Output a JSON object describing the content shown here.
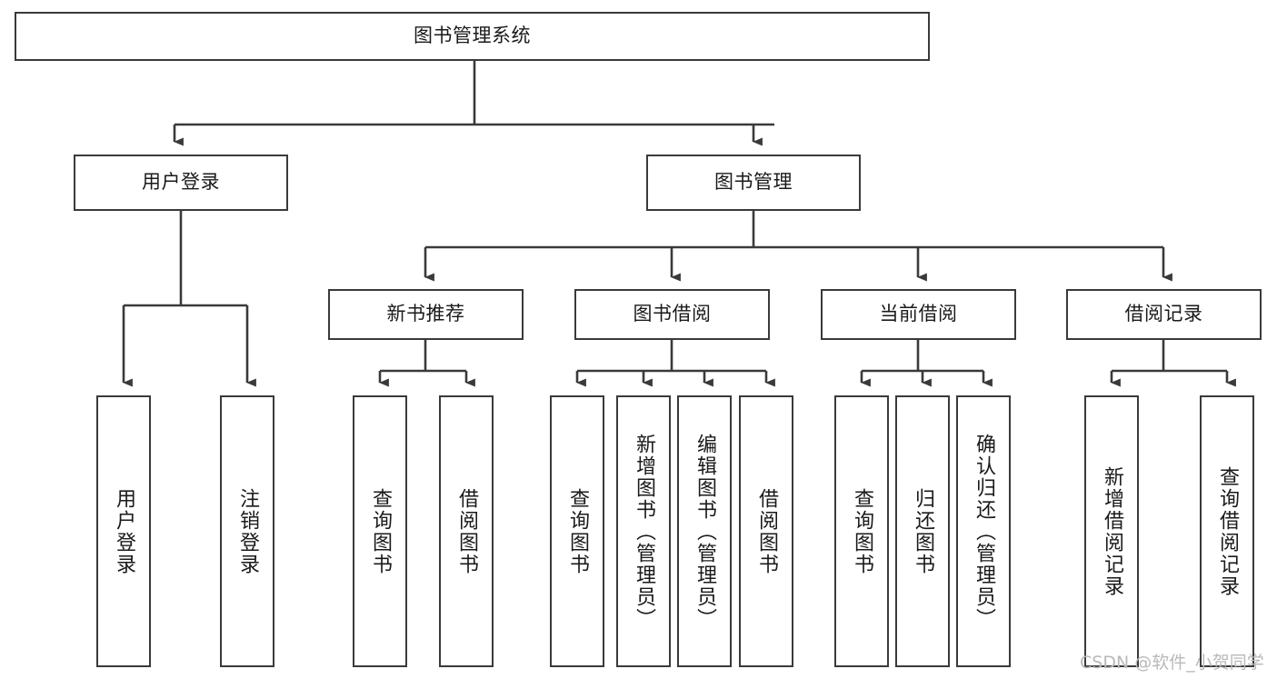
{
  "diagram": {
    "type": "tree",
    "title": "图书管理系统",
    "orientation": "top-down",
    "colors": {
      "background": "#ffffff",
      "node_fill": "#ffffff",
      "node_border": "#3a3a3a",
      "edge": "#3a3a3a",
      "text": "#1a1a1a",
      "watermark": "#b9b9b9"
    },
    "levels": [
      {
        "level": 0,
        "nodes": [
          {
            "id": "root",
            "label": "图书管理系统",
            "orientation": "horizontal"
          }
        ]
      },
      {
        "level": 1,
        "nodes": [
          {
            "id": "l1-login",
            "label": "用户登录",
            "orientation": "horizontal",
            "parent": "root"
          },
          {
            "id": "l1-book",
            "label": "图书管理",
            "orientation": "horizontal",
            "parent": "root"
          }
        ]
      },
      {
        "level": 2,
        "nodes": [
          {
            "id": "l2-new",
            "label": "新书推荐",
            "orientation": "horizontal",
            "parent": "l1-book"
          },
          {
            "id": "l2-borrow",
            "label": "图书借阅",
            "orientation": "horizontal",
            "parent": "l1-book"
          },
          {
            "id": "l2-current",
            "label": "当前借阅",
            "orientation": "horizontal",
            "parent": "l1-book"
          },
          {
            "id": "l2-record",
            "label": "借阅记录",
            "orientation": "horizontal",
            "parent": "l1-book"
          }
        ]
      },
      {
        "level": 3,
        "nodes": [
          {
            "id": "leaf-1",
            "label": "用户登录",
            "orientation": "vertical",
            "parent": "l1-login"
          },
          {
            "id": "leaf-2",
            "label": "注销登录",
            "orientation": "vertical",
            "parent": "l1-login"
          },
          {
            "id": "leaf-3",
            "label": "查询图书",
            "orientation": "vertical",
            "parent": "l2-new"
          },
          {
            "id": "leaf-4",
            "label": "借阅图书",
            "orientation": "vertical",
            "parent": "l2-new"
          },
          {
            "id": "leaf-5",
            "label": "查询图书",
            "orientation": "vertical",
            "parent": "l2-borrow"
          },
          {
            "id": "leaf-6",
            "label": "新增图书（管理员）",
            "orientation": "vertical",
            "parent": "l2-borrow"
          },
          {
            "id": "leaf-7",
            "label": "编辑图书（管理员）",
            "orientation": "vertical",
            "parent": "l2-borrow"
          },
          {
            "id": "leaf-8",
            "label": "借阅图书",
            "orientation": "vertical",
            "parent": "l2-borrow"
          },
          {
            "id": "leaf-9",
            "label": "查询图书",
            "orientation": "vertical",
            "parent": "l2-current"
          },
          {
            "id": "leaf-10",
            "label": "归还图书",
            "orientation": "vertical",
            "parent": "l2-current"
          },
          {
            "id": "leaf-11",
            "label": "确认归还（管理员）",
            "orientation": "vertical",
            "parent": "l2-current"
          },
          {
            "id": "leaf-12",
            "label": "新增借阅记录",
            "orientation": "vertical",
            "parent": "l2-record"
          },
          {
            "id": "leaf-13",
            "label": "查询借阅记录",
            "orientation": "vertical",
            "parent": "l2-record"
          }
        ]
      }
    ],
    "watermark": "CSDN @软件_小贺同学"
  }
}
